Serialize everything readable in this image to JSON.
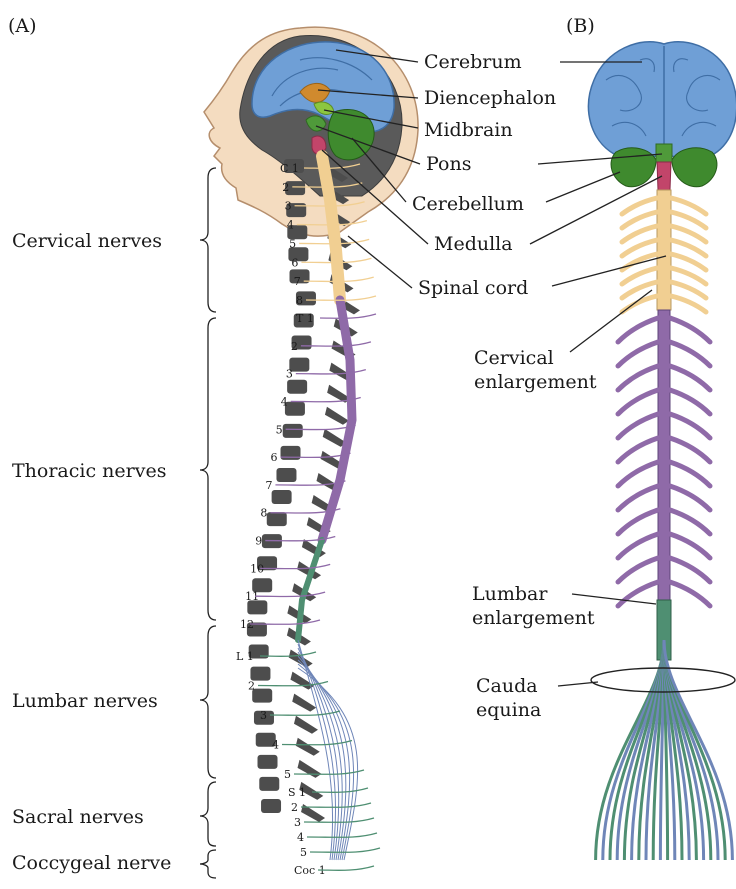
{
  "panels": {
    "a": "(A)",
    "b": "(B)"
  },
  "structures": {
    "cerebrum": "Cerebrum",
    "diencephalon": "Diencephalon",
    "midbrain": "Midbrain",
    "pons": "Pons",
    "cerebellum": "Cerebellum",
    "medulla": "Medulla",
    "spinal_cord": "Spinal cord",
    "cervical_enlargement": [
      "Cervical",
      "enlargement"
    ],
    "lumbar_enlargement": [
      "Lumbar",
      "enlargement"
    ],
    "cauda_equina": [
      "Cauda",
      "equina"
    ]
  },
  "regions": {
    "cervical": "Cervical nerves",
    "thoracic": "Thoracic nerves",
    "lumbar": "Lumbar nerves",
    "sacral": "Sacral nerves",
    "coccygeal": "Coccygeal nerve"
  },
  "nerve_numbers": {
    "cervical": [
      "C 1",
      "2",
      "3",
      "4",
      "5",
      "6",
      "7",
      "8"
    ],
    "thoracic": [
      "T 1",
      "2",
      "3",
      "4",
      "5",
      "6",
      "7",
      "8",
      "9",
      "10",
      "11",
      "12"
    ],
    "lumbar": [
      "L 1",
      "2",
      "3",
      "4",
      "5"
    ],
    "sacral": [
      "S 1",
      "2",
      "3",
      "4",
      "5"
    ],
    "coccygeal": [
      "Coc 1"
    ]
  },
  "colors": {
    "cerebrum": "#6f9fd6",
    "diencephalon": "#d08a2e",
    "midbrain": "#8cc63f",
    "pons": "#4f9a3a",
    "cerebellum": "#3f8a2e",
    "medulla": "#c2456a",
    "cervical_cord": "#f1cf92",
    "thoracic_cord": "#8f6aa8",
    "lumbar_cord": "#4f8f72",
    "cauda": "#6f86b8",
    "vertebra": "#4d4d4d",
    "skin": "#f4dcc0"
  }
}
